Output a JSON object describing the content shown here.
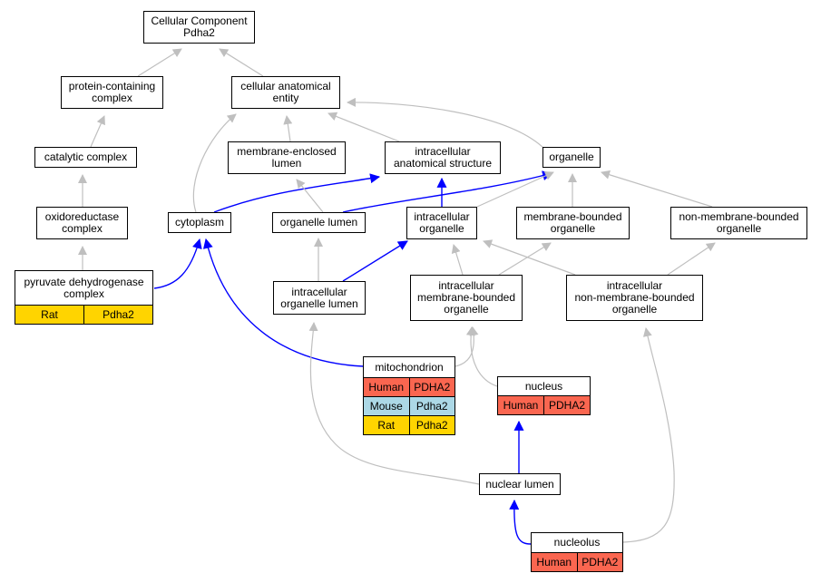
{
  "diagram": {
    "colors": {
      "Human": "#fa6650",
      "Mouse": "#acd8e6",
      "Rat": "#ffd400",
      "edge_default": "#bfbfbf",
      "edge_highlight": "#0000ff"
    },
    "nodes": {
      "root": {
        "label": "Cellular Component\nPdha2"
      },
      "protein_containing_complex": {
        "label": "protein-containing\ncomplex"
      },
      "cellular_anatomical_entity": {
        "label": "cellular anatomical\nentity"
      },
      "catalytic_complex": {
        "label": "catalytic complex"
      },
      "membrane_enclosed_lumen": {
        "label": "membrane-enclosed\nlumen"
      },
      "intracellular_anatomical_structure": {
        "label": "intracellular\nanatomical structure"
      },
      "organelle": {
        "label": "organelle"
      },
      "oxidoreductase_complex": {
        "label": "oxidoreductase\ncomplex"
      },
      "cytoplasm": {
        "label": "cytoplasm"
      },
      "organelle_lumen": {
        "label": "organelle lumen"
      },
      "intracellular_organelle": {
        "label": "intracellular\norganelle"
      },
      "membrane_bounded_organelle": {
        "label": "membrane-bounded\norganelle"
      },
      "non_membrane_bounded_organelle": {
        "label": "non-membrane-bounded\norganelle"
      },
      "pyruvate_dehydrogenase_complex": {
        "label": "pyruvate dehydrogenase\ncomplex",
        "annotations": [
          {
            "species": "Rat",
            "gene": "Pdha2"
          }
        ]
      },
      "intracellular_organelle_lumen": {
        "label": "intracellular\norganelle lumen"
      },
      "intracellular_membrane_bounded_organelle": {
        "label": "intracellular\nmembrane-bounded\norganelle"
      },
      "intracellular_non_membrane_bounded_organelle": {
        "label": "intracellular\nnon-membrane-bounded\norganelle"
      },
      "mitochondrion": {
        "label": "mitochondrion",
        "annotations": [
          {
            "species": "Human",
            "gene": "PDHA2"
          },
          {
            "species": "Mouse",
            "gene": "Pdha2"
          },
          {
            "species": "Rat",
            "gene": "Pdha2"
          }
        ]
      },
      "nucleus": {
        "label": "nucleus",
        "annotations": [
          {
            "species": "Human",
            "gene": "PDHA2"
          }
        ]
      },
      "nuclear_lumen": {
        "label": "nuclear lumen"
      },
      "nucleolus": {
        "label": "nucleolus",
        "annotations": [
          {
            "species": "Human",
            "gene": "PDHA2"
          }
        ]
      }
    },
    "edges": [
      {
        "from": "protein_containing_complex",
        "to": "root",
        "highlight": false
      },
      {
        "from": "cellular_anatomical_entity",
        "to": "root",
        "highlight": false
      },
      {
        "from": "catalytic_complex",
        "to": "protein_containing_complex",
        "highlight": false
      },
      {
        "from": "oxidoreductase_complex",
        "to": "catalytic_complex",
        "highlight": false
      },
      {
        "from": "pyruvate_dehydrogenase_complex",
        "to": "oxidoreductase_complex",
        "highlight": false
      },
      {
        "from": "cytoplasm",
        "to": "cellular_anatomical_entity",
        "highlight": false
      },
      {
        "from": "membrane_enclosed_lumen",
        "to": "cellular_anatomical_entity",
        "highlight": false
      },
      {
        "from": "intracellular_anatomical_structure",
        "to": "cellular_anatomical_entity",
        "highlight": false
      },
      {
        "from": "organelle",
        "to": "cellular_anatomical_entity",
        "highlight": false
      },
      {
        "from": "cytoplasm",
        "to": "intracellular_anatomical_structure",
        "highlight": true
      },
      {
        "from": "organelle_lumen",
        "to": "membrane_enclosed_lumen",
        "highlight": false
      },
      {
        "from": "organelle_lumen",
        "to": "organelle",
        "highlight": true
      },
      {
        "from": "intracellular_organelle",
        "to": "intracellular_anatomical_structure",
        "highlight": true
      },
      {
        "from": "intracellular_organelle",
        "to": "organelle",
        "highlight": false
      },
      {
        "from": "membrane_bounded_organelle",
        "to": "organelle",
        "highlight": false
      },
      {
        "from": "non_membrane_bounded_organelle",
        "to": "organelle",
        "highlight": false
      },
      {
        "from": "pyruvate_dehydrogenase_complex",
        "to": "cytoplasm",
        "highlight": true
      },
      {
        "from": "intracellular_organelle_lumen",
        "to": "organelle_lumen",
        "highlight": false
      },
      {
        "from": "intracellular_organelle_lumen",
        "to": "intracellular_organelle",
        "highlight": true
      },
      {
        "from": "intracellular_membrane_bounded_organelle",
        "to": "intracellular_organelle",
        "highlight": false
      },
      {
        "from": "intracellular_membrane_bounded_organelle",
        "to": "membrane_bounded_organelle",
        "highlight": false
      },
      {
        "from": "intracellular_non_membrane_bounded_organelle",
        "to": "intracellular_organelle",
        "highlight": false
      },
      {
        "from": "intracellular_non_membrane_bounded_organelle",
        "to": "non_membrane_bounded_organelle",
        "highlight": false
      },
      {
        "from": "mitochondrion",
        "to": "cytoplasm",
        "highlight": true
      },
      {
        "from": "mitochondrion",
        "to": "intracellular_membrane_bounded_organelle",
        "highlight": false
      },
      {
        "from": "nucleus",
        "to": "intracellular_membrane_bounded_organelle",
        "highlight": false
      },
      {
        "from": "nuclear_lumen",
        "to": "intracellular_organelle_lumen",
        "highlight": false
      },
      {
        "from": "nuclear_lumen",
        "to": "nucleus",
        "highlight": true
      },
      {
        "from": "nucleolus",
        "to": "nuclear_lumen",
        "highlight": true
      },
      {
        "from": "nucleolus",
        "to": "intracellular_non_membrane_bounded_organelle",
        "highlight": false
      }
    ]
  }
}
